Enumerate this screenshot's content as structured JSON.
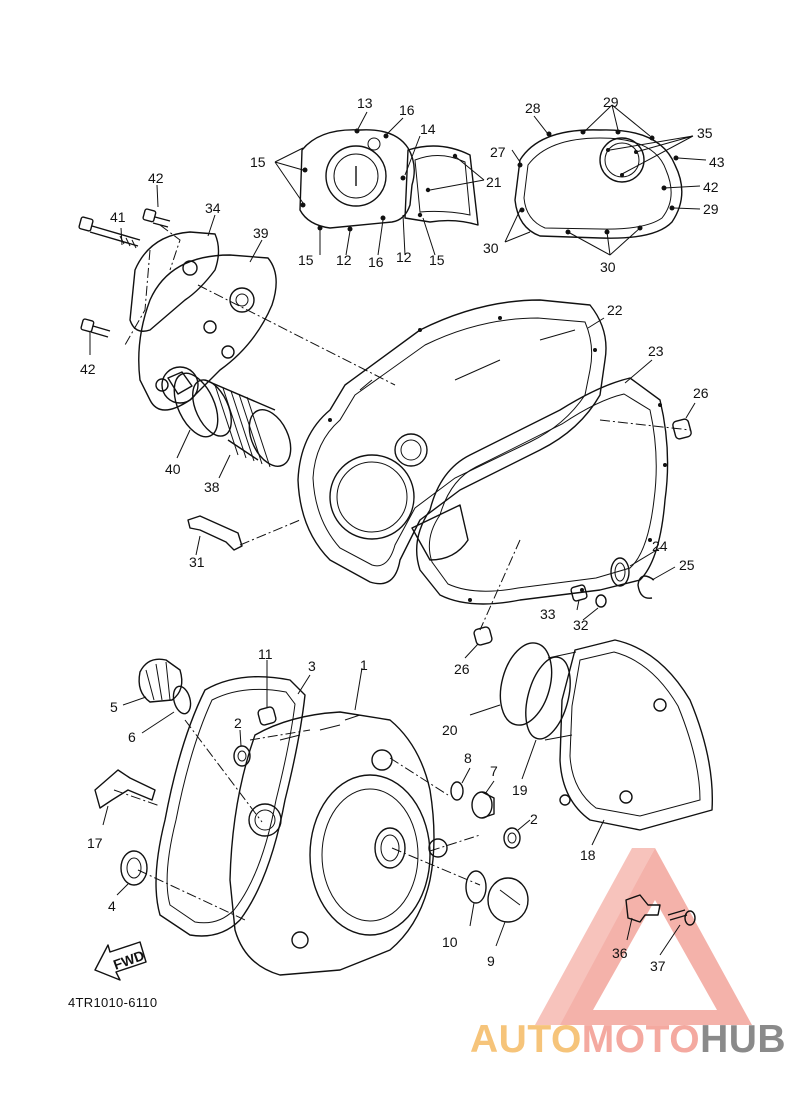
{
  "diagram": {
    "catalog_code": "4TR1010-6110",
    "fwd_label": "FWD",
    "watermark": {
      "part1": "AUTO",
      "part2": "MOTO",
      "part3": "HUB",
      "color1": "#f6c47a",
      "color2": "#f4a9a0",
      "color3": "#8a8a8a"
    },
    "callouts": {
      "c1": "1",
      "c2a": "2",
      "c2b": "2",
      "c3": "3",
      "c4": "4",
      "c5": "5",
      "c6": "6",
      "c7": "7",
      "c8": "8",
      "c9": "9",
      "c10": "10",
      "c11": "11",
      "c12a": "12",
      "c12b": "12",
      "c13": "13",
      "c14": "14",
      "c15a": "15",
      "c15b": "15",
      "c15c": "15",
      "c16a": "16",
      "c16b": "16",
      "c17": "17",
      "c18": "18",
      "c19": "19",
      "c20": "20",
      "c21": "21",
      "c22": "22",
      "c23": "23",
      "c24": "24",
      "c25": "25",
      "c26a": "26",
      "c26b": "26",
      "c27": "27",
      "c28": "28",
      "c29a": "29",
      "c29b": "29",
      "c30a": "30",
      "c30b": "30",
      "c31": "31",
      "c32": "32",
      "c33": "33",
      "c34": "34",
      "c35": "35",
      "c36": "36",
      "c37": "37",
      "c38": "38",
      "c39": "39",
      "c40": "40",
      "c41": "41",
      "c42a": "42",
      "c42b": "42",
      "c43": "43"
    }
  }
}
